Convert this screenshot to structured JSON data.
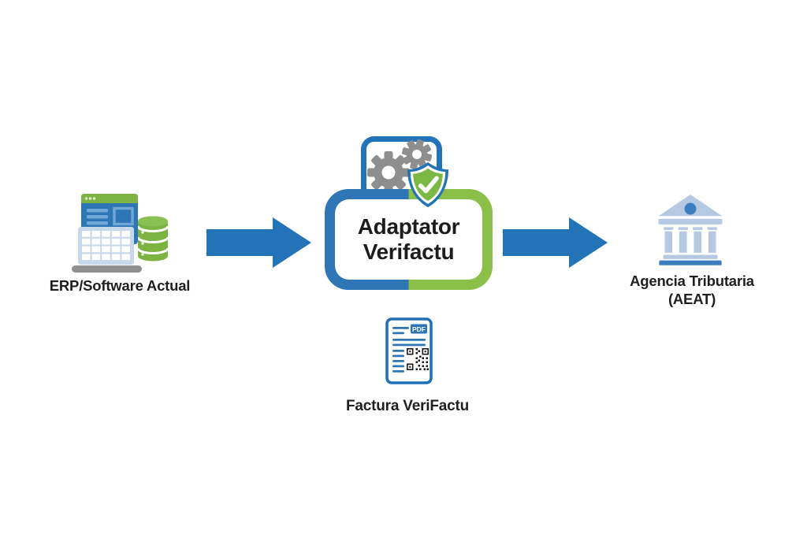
{
  "page": {
    "background": "#ffffff"
  },
  "diagram": {
    "type": "flow",
    "colors": {
      "arrow_blue": "#2373b8",
      "box_blue": "#2e76b5",
      "box_green": "#8abf4a",
      "gear_gray": "#8e8e8e",
      "shield_blue": "#2373b8",
      "shield_green": "#7cb944",
      "bank_light_blue": "#b5cae2",
      "bank_accent_blue": "#3d7ec1",
      "doc_blue": "#1e6fb8",
      "leaf_green": "#7cb342",
      "text_dark": "#1f1f1f"
    },
    "nodes": {
      "erp": {
        "label": "ERP/Software Actual"
      },
      "adapter": {
        "title_line1": "Adaptator",
        "title_line2": "Verifactu"
      },
      "aeat": {
        "label_line1": "Agencia Tributaria",
        "label_line2": "(AEAT)"
      },
      "invoice": {
        "label": "Factura VeriFactu",
        "badge": "PDF"
      }
    },
    "flow": [
      {
        "from": "ERP/Software Actual",
        "to": "Adaptator Verifactu",
        "direction": "right"
      },
      {
        "from": "Adaptator Verifactu",
        "to": "Agencia Tributaria (AEAT)",
        "direction": "right"
      }
    ]
  }
}
